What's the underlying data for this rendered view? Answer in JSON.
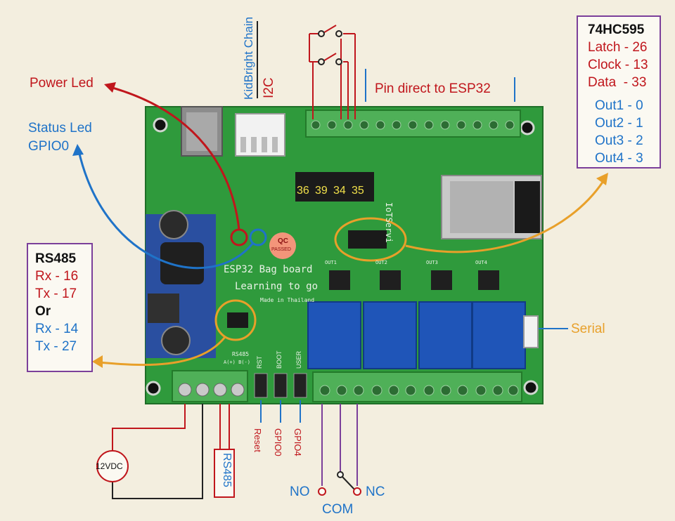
{
  "labels": {
    "power_led": "Power Led",
    "status_led_1": "Status Led",
    "status_led_2": "GPIO0",
    "kidbright_chain": "KidBright Chain",
    "i2c": "I2C",
    "pin_direct": "Pin direct to ESP32",
    "serial": "Serial",
    "reset": "Reset",
    "gpio0": "GPIO0",
    "gpio4": "GPIO4",
    "rs485_vertical": "RS485",
    "power_12vdc": "12VDC",
    "no": "NO",
    "nc": "NC",
    "com": "COM"
  },
  "pins": [
    "36",
    "39",
    "34",
    "35"
  ],
  "box_74hc595": {
    "title": "74HC595",
    "lines": [
      "Latch - 26",
      "Clock - 13",
      "Data  - 33"
    ],
    "outs": [
      "Out1 - 0",
      "Out2 - 1",
      "Out3 - 2",
      "Out4 - 3"
    ]
  },
  "box_rs485": {
    "title": "RS485",
    "lines_a": [
      "Rx - 16",
      "Tx - 17"
    ],
    "or_label": "Or",
    "lines_b": [
      "Rx - 14",
      "Tx - 27"
    ]
  },
  "board": {
    "name": "ESP32 Bag board",
    "tagline": "Learning to go",
    "made_in": "Made in Thailand",
    "qc_1": "QC",
    "qc_2": "PASSED",
    "iot": "IoTServi",
    "btn_rst": "RST",
    "btn_boot": "BOOT",
    "btn_user": "USER",
    "rs485_silk": "RS485",
    "ab_silk": "A(+) B(-)",
    "out_labels": [
      "OUT1",
      "OUT2",
      "OUT3",
      "OUT4"
    ]
  },
  "colors": {
    "red": "#c0161c",
    "blue": "#1f73c8",
    "orange": "#e8a02a",
    "purple": "#7b3f9a",
    "pcb": "#2f9a3c"
  }
}
